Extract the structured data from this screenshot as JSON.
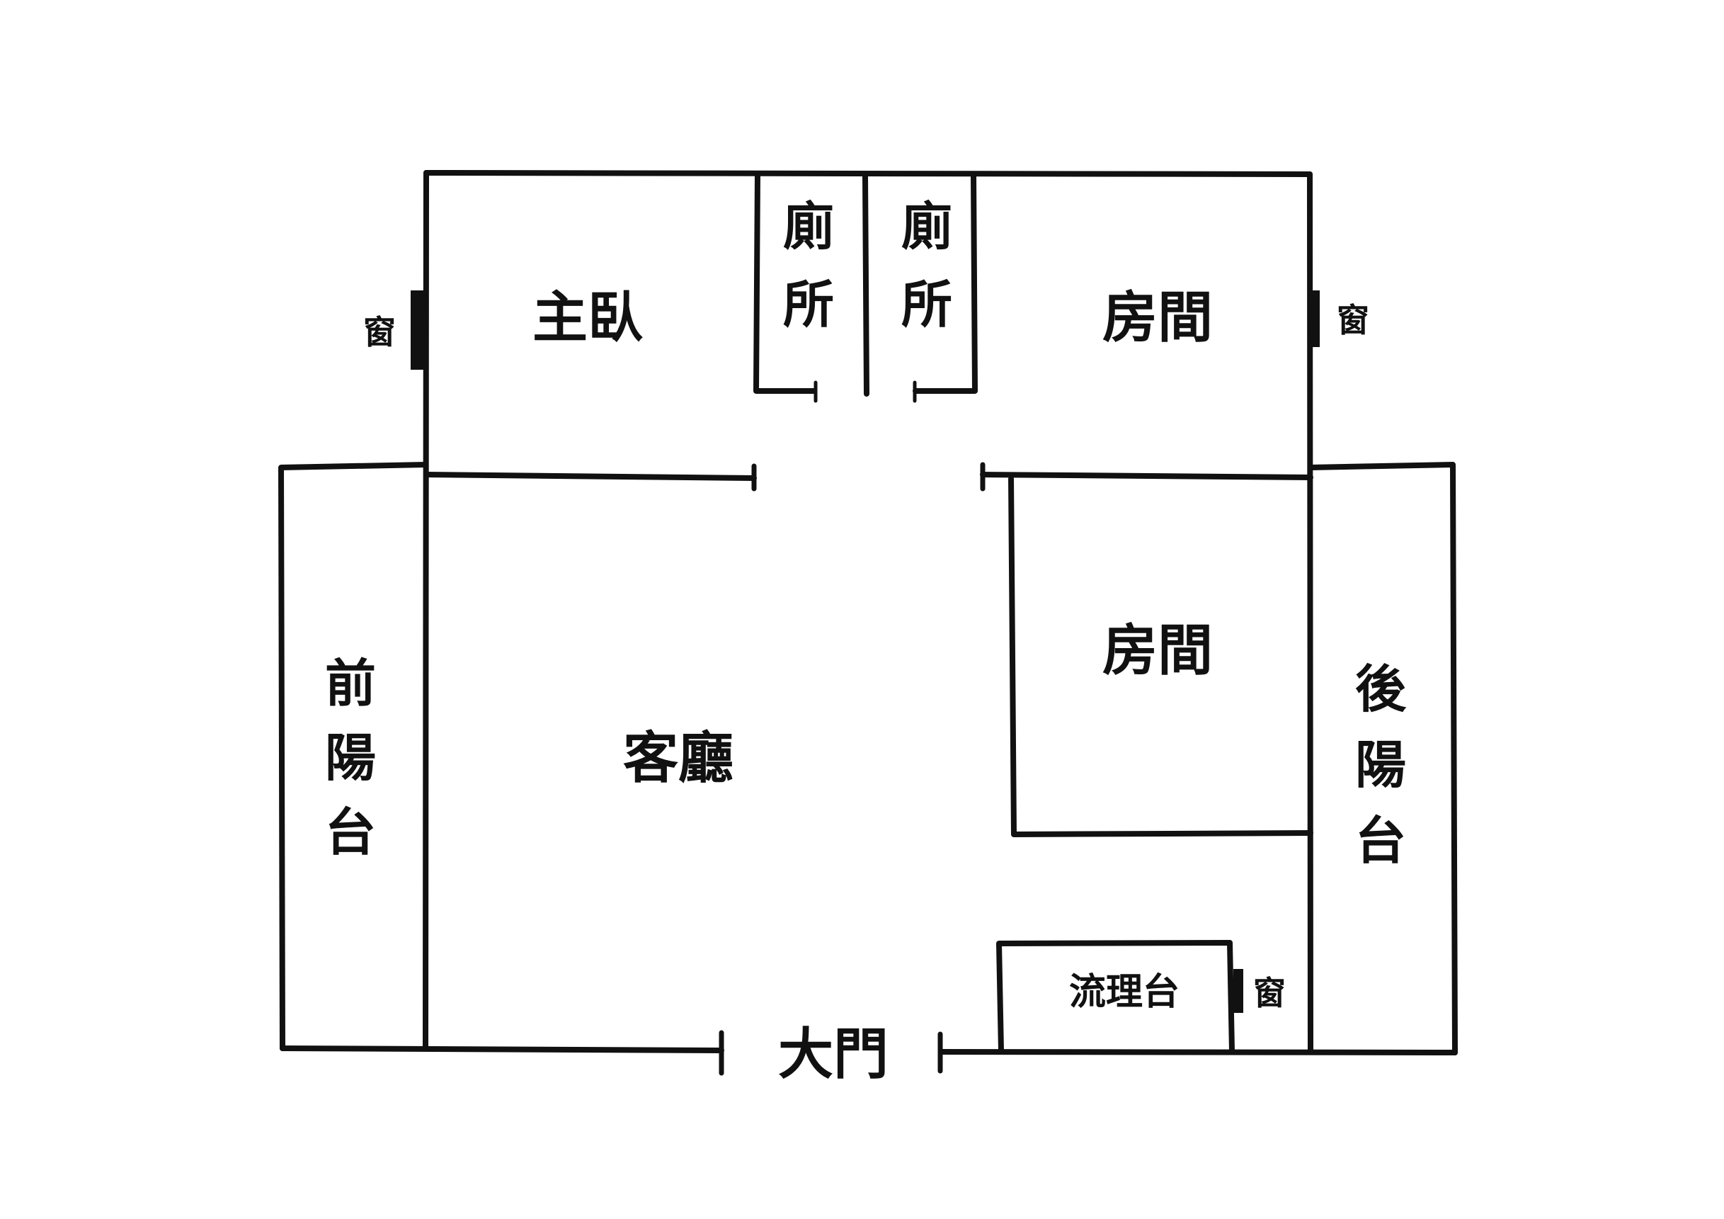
{
  "floor_plan": {
    "rooms": {
      "master_bedroom": "主臥",
      "toilet_1": [
        "廁",
        "所"
      ],
      "toilet_2": [
        "廁",
        "所"
      ],
      "bedroom_upper": "房間",
      "bedroom_lower": "房間",
      "living_room": "客廳",
      "front_balcony": [
        "前",
        "陽",
        "台"
      ],
      "back_balcony": [
        "後",
        "陽",
        "台"
      ],
      "kitchen_counter": "流理台"
    },
    "openings": {
      "main_door": "大門",
      "window_left": "窗",
      "window_right": "窗",
      "window_kitchen": "窗"
    }
  }
}
